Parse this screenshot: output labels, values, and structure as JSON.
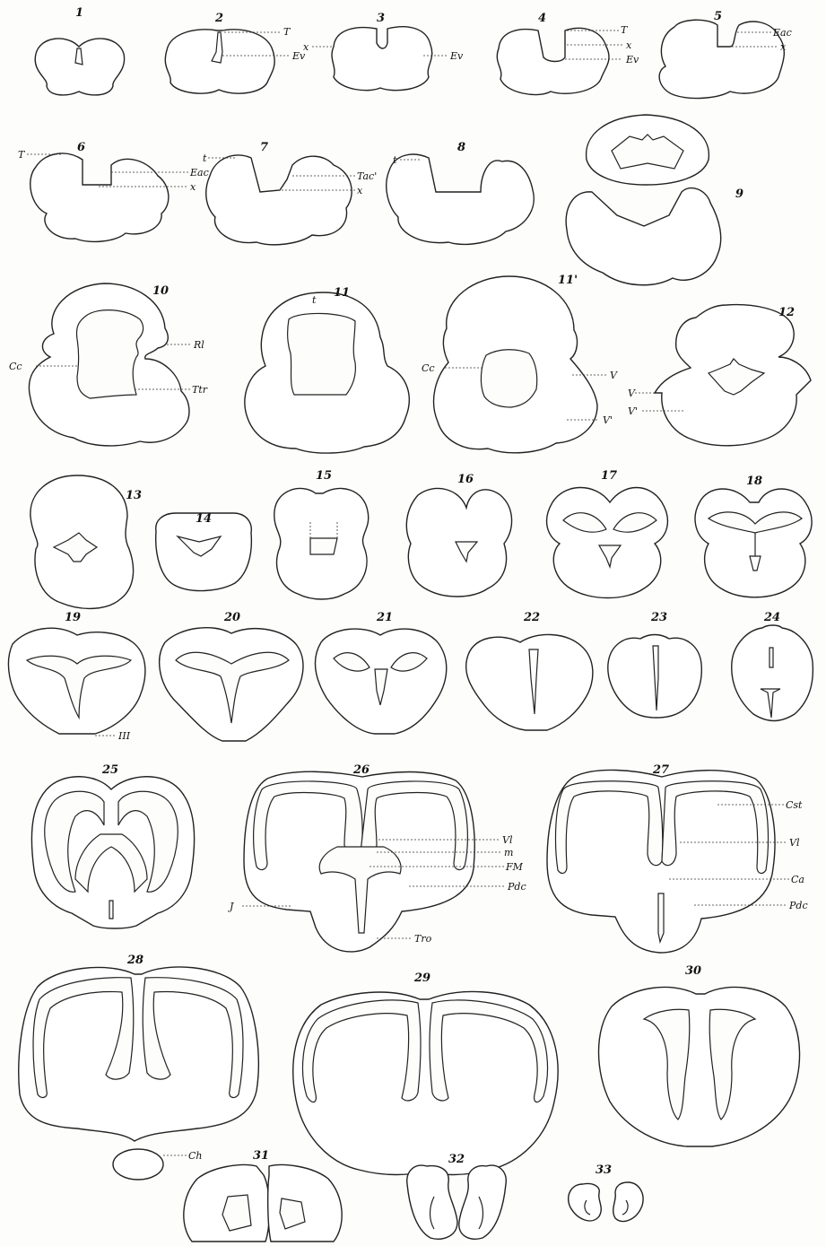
{
  "plate": {
    "figure_numbers": [
      "1",
      "2",
      "3",
      "4",
      "5",
      "6",
      "7",
      "8",
      "9",
      "10",
      "11",
      "11'",
      "12",
      "13",
      "14",
      "15",
      "16",
      "17",
      "18",
      "19",
      "20",
      "21",
      "22",
      "23",
      "24",
      "25",
      "26",
      "27",
      "28",
      "29",
      "30",
      "31",
      "32",
      "33"
    ],
    "labels": {
      "f2_T": "T",
      "f2_Ev": "Ev",
      "f3_x_left": "x",
      "f3_Ev": "Ev",
      "f4_T": "T",
      "f4_x": "x",
      "f4_Ev": "Ev",
      "f5_Eac": "Eac",
      "f5_x": "x",
      "f6_T": "T",
      "f6_Eac": "Eac",
      "f6_x": "x",
      "f7_t": "t",
      "f7_Tac": "Tac'",
      "f7_x": "x",
      "f8_t": "t",
      "f10_Rl": "Rl",
      "f10_Cc": "Cc",
      "f10_Ttr": "Ttr",
      "f11_t": "t",
      "f11p_Cc": "Cc",
      "f11p_V": "V",
      "f11p_Vp": "V'",
      "f12_V": "V",
      "f12_Vp": "V'",
      "f19_III": "III",
      "f26_Vl": "Vl",
      "f26_m": "m",
      "f26_FM": "FM",
      "f26_Pdc": "Pdc",
      "f26_J": "J",
      "f26_Tro": "Tro",
      "f27_Cst": "Cst",
      "f27_Vl": "Vl",
      "f27_Ca": "Ca",
      "f27_Pdc": "Pdc",
      "f28_Ch": "Ch"
    }
  }
}
